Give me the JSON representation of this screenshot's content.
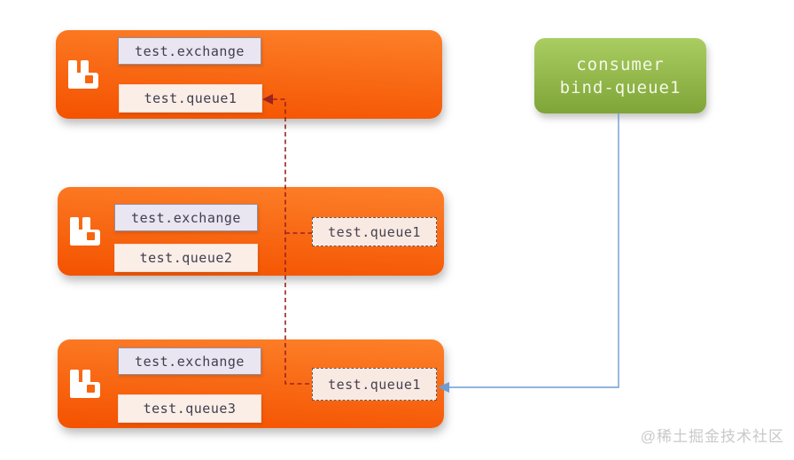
{
  "diagram": {
    "brokers": [
      {
        "exchange": "test.exchange",
        "queue": "test.queue1"
      },
      {
        "exchange": "test.exchange",
        "queue": "test.queue2"
      },
      {
        "exchange": "test.exchange",
        "queue": "test.queue3"
      }
    ],
    "ghost_queues": [
      {
        "label": "test.queue1"
      },
      {
        "label": "test.queue1"
      }
    ],
    "consumer": {
      "line1": "consumer",
      "line2": "bind-queue1"
    },
    "watermark": "@稀土掘金技术社区",
    "colors": {
      "broker_gradient_top": "#fd8029",
      "broker_gradient_bottom": "#f45200",
      "exchange_chip_bg": "#e9e6f1",
      "exchange_chip_border": "#938da3",
      "queue_chip_bg": "#fbeee7",
      "ghost_queue_border": "#6f564c",
      "binding_line": "#9b2420",
      "consume_line": "#6f9cd3",
      "consumer_gradient_top": "#aacd62",
      "consumer_gradient_bottom": "#7fa437",
      "icon_hole": "#f8650d"
    }
  }
}
